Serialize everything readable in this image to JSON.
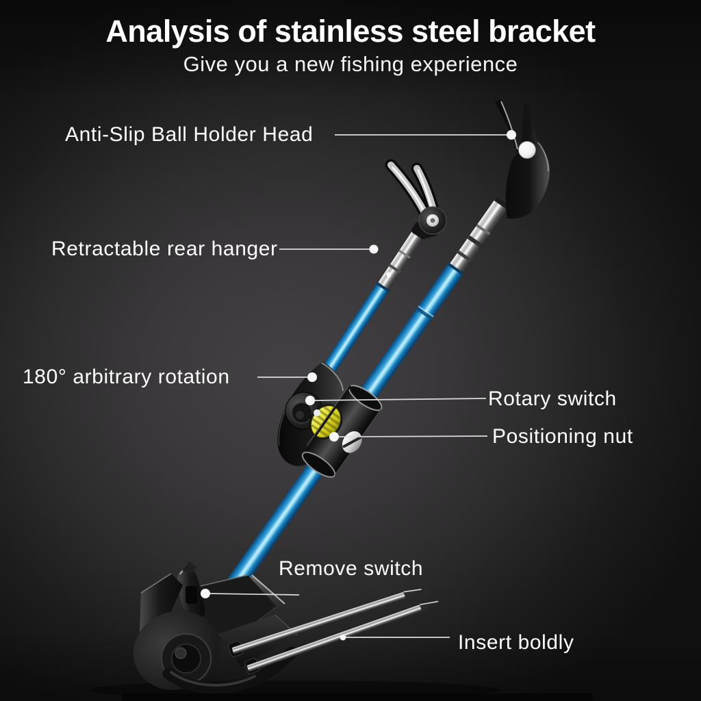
{
  "header": {
    "title": "Analysis of stainless steel bracket",
    "subtitle": "Give you a new fishing experience"
  },
  "callouts": [
    {
      "id": "anti-slip-ball-holder-head",
      "label": "Anti-Slip Ball Holder Head",
      "side": "left"
    },
    {
      "id": "retractable-rear-hanger",
      "label": "Retractable rear hanger",
      "side": "left"
    },
    {
      "id": "arbitrary-rotation",
      "label": "180° arbitrary rotation",
      "side": "left"
    },
    {
      "id": "rotary-switch",
      "label": "Rotary switch",
      "side": "right"
    },
    {
      "id": "positioning-nut",
      "label": "Positioning nut",
      "side": "right"
    },
    {
      "id": "remove-switch",
      "label": "Remove switch",
      "side": "left"
    },
    {
      "id": "insert-boldly",
      "label": "Insert boldly",
      "side": "right"
    }
  ],
  "colors": {
    "background_center": "#3d3b3d",
    "background_edge": "#121112",
    "label_text": "#ffffff",
    "callout_line": "#dcdcdc",
    "pole_blue": "#2f9fd8",
    "pole_blue_highlight": "#c9f0fc",
    "chrome": "#d9d9d9",
    "knob_yellow": "#e6e135",
    "bracket_black": "#161616"
  }
}
